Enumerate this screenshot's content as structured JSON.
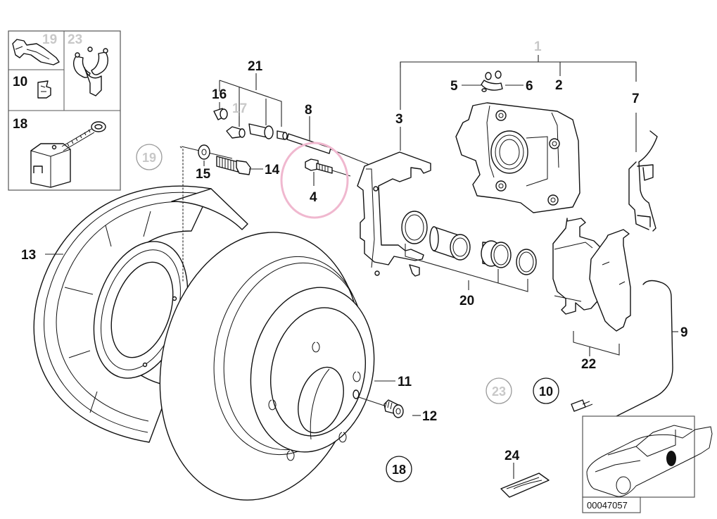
{
  "diagram": {
    "title": "Rear brake — disc, caliper, pads and wear sensor (exploded parts diagram)",
    "reference_number": "00047057",
    "highlight": {
      "target_label": "4",
      "color": "#f0b8cf"
    },
    "inset_boxes": [
      {
        "label": "19",
        "muted": true,
        "part": "brake-line-clip"
      },
      {
        "label": "23",
        "muted": true,
        "part": "hose-bracket-clip"
      },
      {
        "label": "10",
        "muted": false,
        "part": "retaining-clip"
      },
      {
        "label": "18",
        "muted": false,
        "part": "pad-wear-sensor-holder"
      }
    ],
    "callouts": [
      {
        "label": "1",
        "muted": true,
        "part": "brake-caliper-assembly"
      },
      {
        "label": "2",
        "muted": false,
        "part": "brake-caliper-housing"
      },
      {
        "label": "3",
        "muted": false,
        "part": "caliper-carrier"
      },
      {
        "label": "4",
        "muted": false,
        "part": "hex-bolt"
      },
      {
        "label": "5",
        "muted": false,
        "part": "bleeder-screw"
      },
      {
        "label": "6",
        "muted": false,
        "part": "dust-cap"
      },
      {
        "label": "7",
        "muted": false,
        "part": "anti-rattle-spring"
      },
      {
        "label": "8",
        "muted": false,
        "part": "guide-pin"
      },
      {
        "label": "9",
        "muted": false,
        "part": "pad-wear-sensor"
      },
      {
        "label": "11",
        "muted": false,
        "part": "brake-disc"
      },
      {
        "label": "12",
        "muted": false,
        "part": "wheel-stud-plug"
      },
      {
        "label": "13",
        "muted": false,
        "part": "protection-plate"
      },
      {
        "label": "14",
        "muted": false,
        "part": "hex-bolt-large"
      },
      {
        "label": "15",
        "muted": false,
        "part": "washer"
      },
      {
        "label": "16",
        "muted": false,
        "part": "protective-cap"
      },
      {
        "label": "17",
        "muted": true,
        "part": "bleeder-valve"
      },
      {
        "label": "20",
        "muted": false,
        "part": "piston-repair-kit"
      },
      {
        "label": "21",
        "muted": false,
        "part": "guide-repair-kit"
      },
      {
        "label": "22",
        "muted": false,
        "part": "brake-pad-set"
      },
      {
        "label": "24",
        "muted": false,
        "part": "grease-packet"
      }
    ],
    "circled_refs": [
      {
        "label": "19",
        "muted": true
      },
      {
        "label": "23",
        "muted": true
      },
      {
        "label": "10",
        "muted": false
      },
      {
        "label": "18",
        "muted": false
      }
    ]
  }
}
